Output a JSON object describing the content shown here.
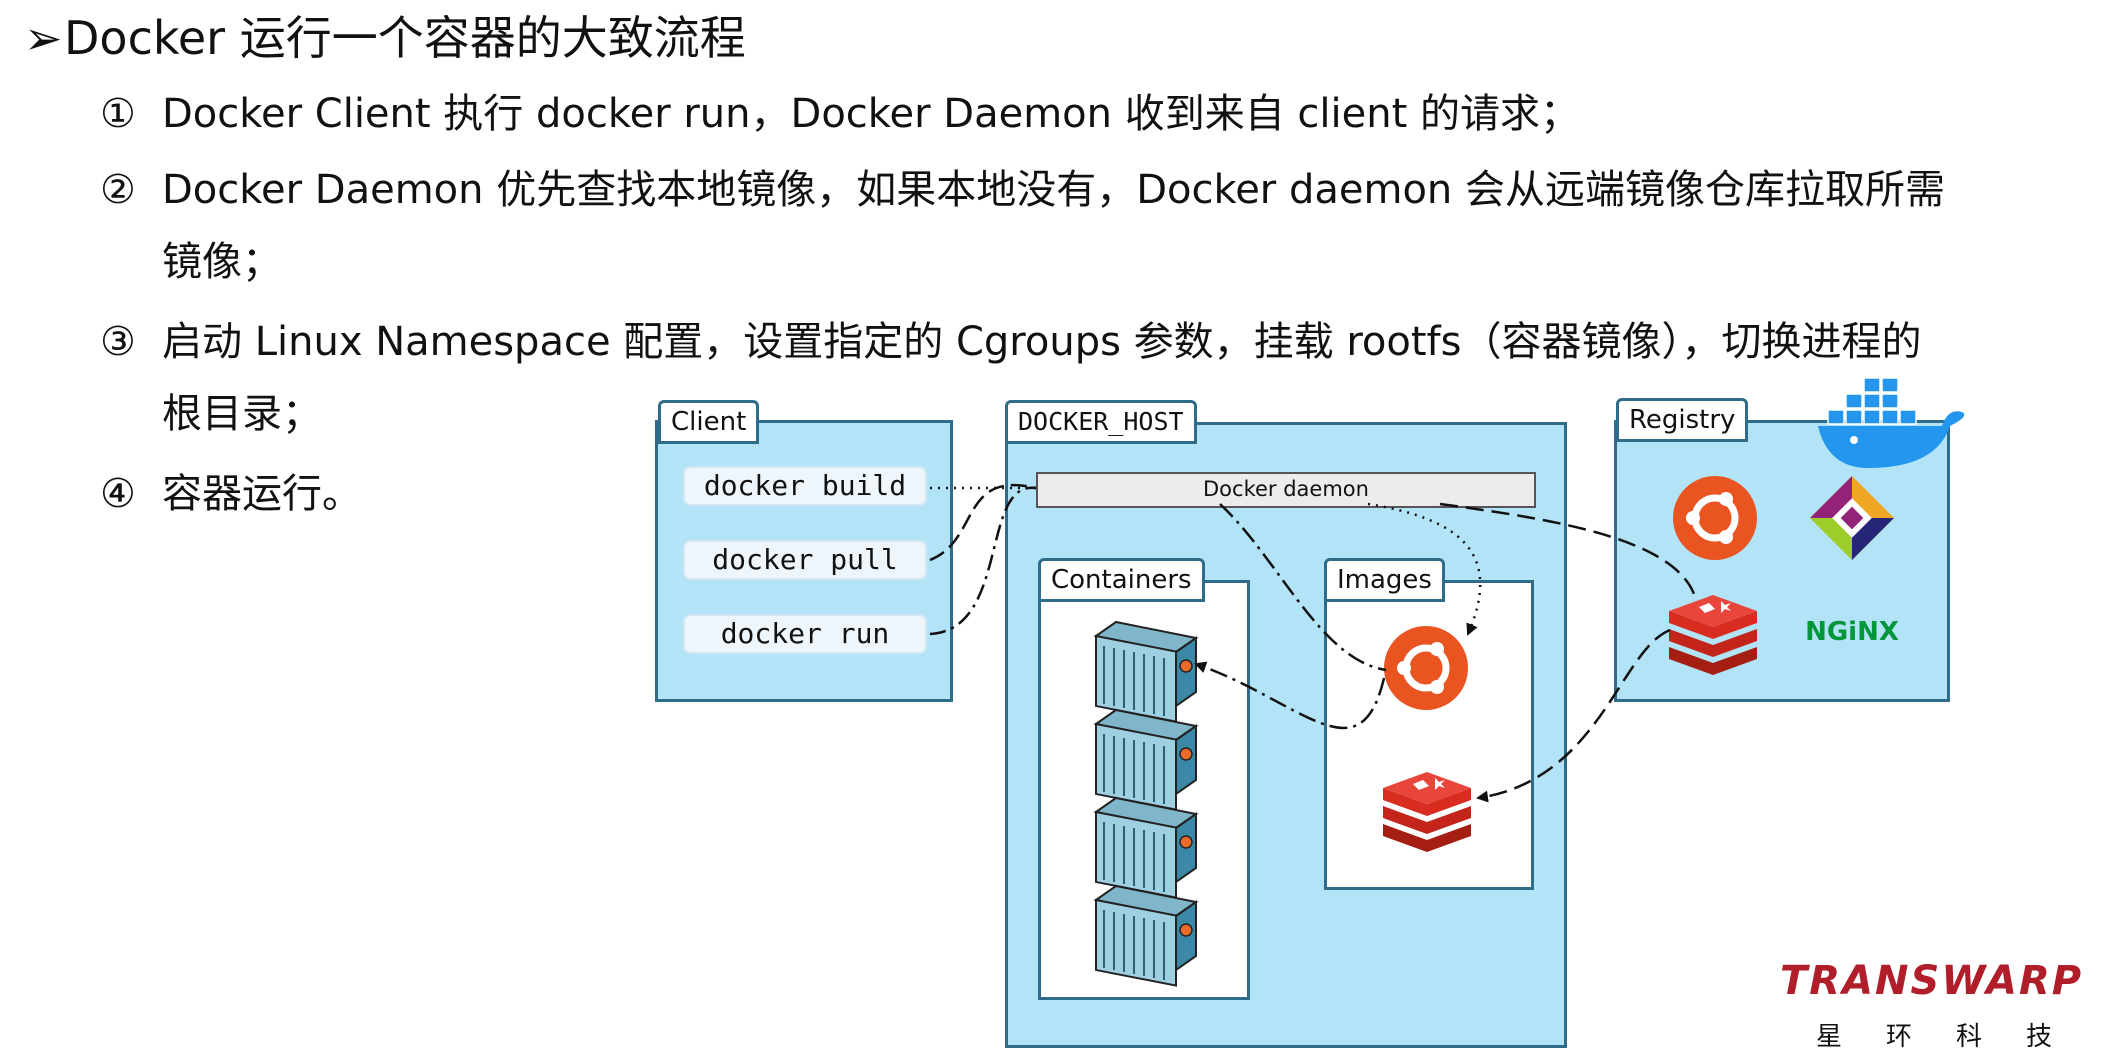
{
  "title": {
    "bullet": "➢",
    "text": "Docker 运行一个容器的大致流程"
  },
  "steps": [
    {
      "num": "①",
      "lines": [
        "Docker Client 执行 docker run，Docker Daemon 收到来自 client 的请求；"
      ]
    },
    {
      "num": "②",
      "lines": [
        "Docker Daemon 优先查找本地镜像，如果本地没有，Docker daemon 会从远端镜像仓库拉取所需",
        "镜像；"
      ]
    },
    {
      "num": "③",
      "lines": [
        "启动 Linux Namespace 配置，设置指定的 Cgroups 参数，挂载 rootfs（容器镜像），切换进程的",
        "根目录；"
      ]
    },
    {
      "num": "④",
      "lines": [
        "容器运行。"
      ]
    }
  ],
  "diagram": {
    "client": {
      "label": "Client",
      "commands": [
        "docker build",
        "docker pull",
        "docker run"
      ]
    },
    "host": {
      "label": "DOCKER_HOST",
      "daemon": "Docker daemon",
      "containers_label": "Containers",
      "images_label": "Images"
    },
    "registry": {
      "label": "Registry",
      "logos": [
        "ubuntu-logo",
        "centos-logo",
        "redis-logo",
        "nginx-logo"
      ],
      "nginx_text": "NGiNX"
    },
    "colors": {
      "panel": "#b3e3f6",
      "border": "#2e6c89",
      "ubuntu": "#e95420",
      "redis": "#d82c20",
      "nginx": "#009639"
    }
  },
  "branding": {
    "name": "TRANSWARP",
    "cn": "星环科技",
    "color": "#b01e2a"
  }
}
